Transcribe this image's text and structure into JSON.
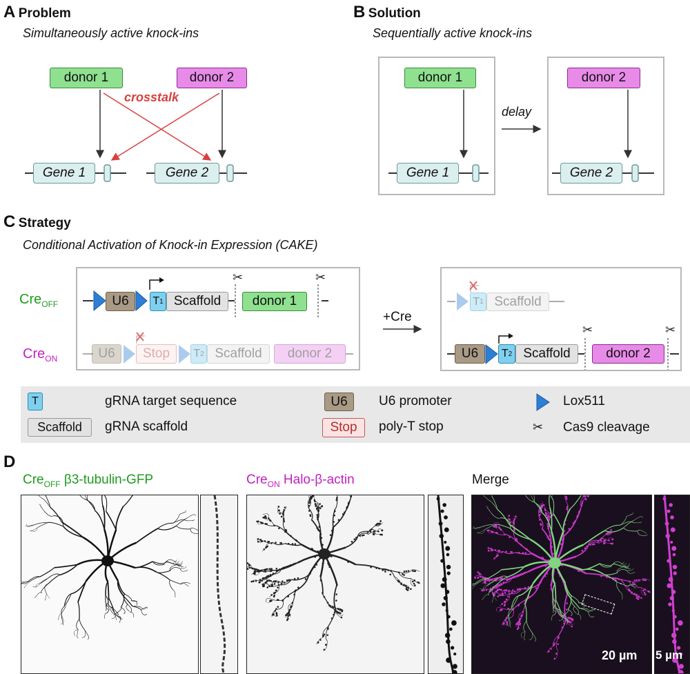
{
  "panel_a": {
    "letter": "A",
    "title": "Problem",
    "subtitle": "Simultaneously active knock-ins",
    "donor1": "donor 1",
    "donor2": "donor 2",
    "crosstalk": "crosstalk",
    "gene1": "Gene 1",
    "gene2": "Gene 2"
  },
  "panel_b": {
    "letter": "B",
    "title": "Solution",
    "subtitle": "Sequentially active knock-ins",
    "donor1": "donor 1",
    "donor2": "donor 2",
    "delay": "delay",
    "gene1": "Gene 1",
    "gene2": "Gene 2"
  },
  "panel_c": {
    "letter": "C",
    "title": "Strategy",
    "subtitle": "Conditional Activation of Knock-in Expression (CAKE)",
    "creoff": {
      "base": "Cre",
      "sub": "OFF"
    },
    "creon": {
      "base": "Cre",
      "sub": "ON"
    },
    "u6": "U6",
    "t1": "T",
    "t1_sub": "1",
    "t2": "T",
    "t2_sub": "2",
    "scaffold": "Scaffold",
    "stop": "Stop",
    "donor1": "donor 1",
    "donor2": "donor 2",
    "plus_cre": "+Cre",
    "legend": [
      {
        "symbol": "T",
        "text": "gRNA target sequence"
      },
      {
        "symbol": "Scaffold",
        "text": "gRNA scaffold"
      },
      {
        "symbol": "U6",
        "text": "U6 promoter"
      },
      {
        "symbol": "Stop",
        "text": "poly-T stop"
      },
      {
        "symbol": "lox-triangle",
        "text": "Lox511"
      },
      {
        "symbol": "scissors",
        "text": "Cas9 cleavage"
      }
    ],
    "colors": {
      "green": "#1f9a1f",
      "magenta": "#c21fc2",
      "lox": "#2d7fd6"
    }
  },
  "panel_d": {
    "letter": "D",
    "label1_base": "Cre",
    "label1_sub": "OFF",
    "label1_rest": " β3-tubulin-GFP",
    "label2_base": "Cre",
    "label2_sub": "ON",
    "label2_rest": " Halo-β-actin",
    "label3": "Merge",
    "scale1": "20 µm",
    "scale2": "5 µm"
  }
}
